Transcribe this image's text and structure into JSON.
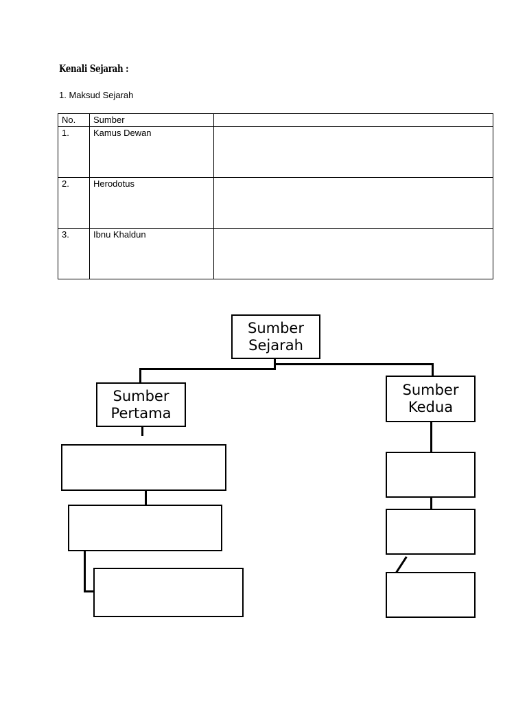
{
  "document": {
    "title": "Kenali Sejarah :",
    "subtitle": "1. Maksud Sejarah"
  },
  "table": {
    "headers": [
      "No.",
      "Sumber",
      ""
    ],
    "rows": [
      {
        "no": "1.",
        "sumber": "Kamus Dewan",
        "maksud": ""
      },
      {
        "no": "2.",
        "sumber": "Herodotus",
        "maksud": ""
      },
      {
        "no": "3.",
        "sumber": "Ibnu Khaldun",
        "maksud": ""
      }
    ]
  },
  "flowchart": {
    "root": {
      "line1": "Sumber",
      "line2": "Sejarah"
    },
    "pertama": {
      "line1": "Sumber",
      "line2": "Pertama"
    },
    "kedua": {
      "line1": "Sumber",
      "line2": "Kedua"
    },
    "left_boxes": [
      {
        "text": ""
      },
      {
        "text": ""
      },
      {
        "text": ""
      }
    ],
    "right_boxes": [
      {
        "text": ""
      },
      {
        "text": ""
      },
      {
        "text": ""
      }
    ]
  },
  "colors": {
    "ink": "#000000",
    "paper": "#ffffff"
  }
}
